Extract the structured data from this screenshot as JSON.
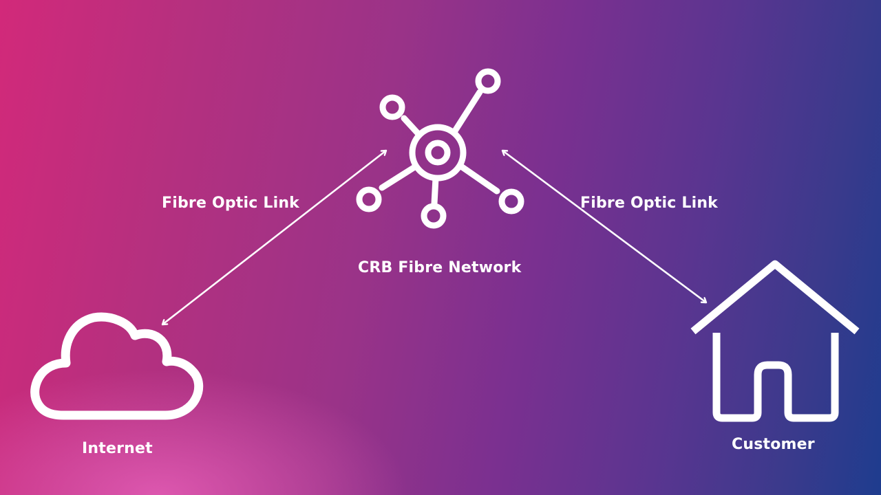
{
  "diagram": {
    "nodes": [
      {
        "id": "internet",
        "label": "Internet",
        "icon": "cloud-icon"
      },
      {
        "id": "network",
        "label": "CRB Fibre Network",
        "icon": "network-hub-icon"
      },
      {
        "id": "customer",
        "label": "Customer",
        "icon": "house-icon"
      }
    ],
    "edges": [
      {
        "from": "internet",
        "to": "network",
        "label": "Fibre Optic Link",
        "direction": "bidirectional"
      },
      {
        "from": "network",
        "to": "customer",
        "label": "Fibre Optic Link",
        "direction": "bidirectional"
      }
    ]
  },
  "colors": {
    "foreground": "#ffffff",
    "gradient_start": "#d2297a",
    "gradient_mid": "#9a3388",
    "gradient_end": "#1e3c8e",
    "glow": "#ec64be"
  }
}
